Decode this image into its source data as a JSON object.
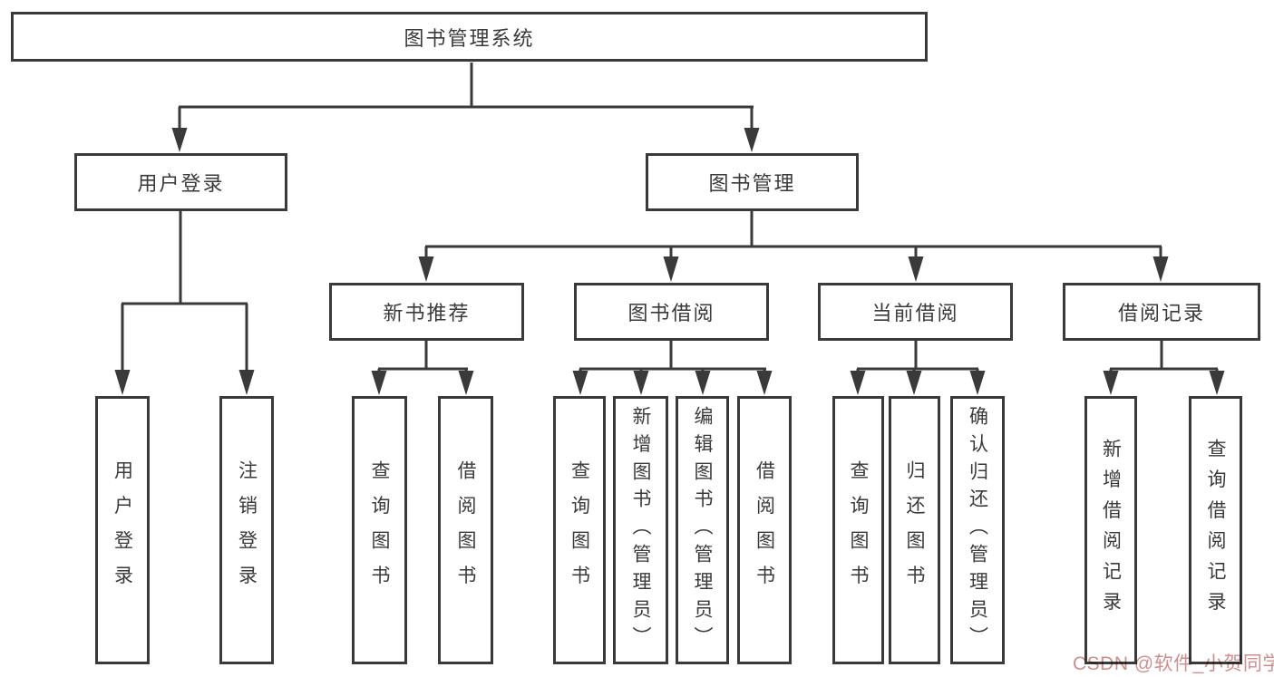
{
  "diagram": {
    "title": "图书管理系统",
    "root": {
      "label": "图书管理系统"
    },
    "level2": [
      {
        "label": "用户登录"
      },
      {
        "label": "图书管理"
      }
    ],
    "level3": [
      {
        "label": "新书推荐",
        "parent": "图书管理"
      },
      {
        "label": "图书借阅",
        "parent": "图书管理"
      },
      {
        "label": "当前借阅",
        "parent": "图书管理"
      },
      {
        "label": "借阅记录",
        "parent": "图书管理"
      }
    ],
    "leaves": [
      {
        "label": "用户登录",
        "parent": "用户登录"
      },
      {
        "label": "注销登录",
        "parent": "用户登录"
      },
      {
        "label": "查询图书",
        "parent": "新书推荐"
      },
      {
        "label": "借阅图书",
        "parent": "新书推荐"
      },
      {
        "label": "查询图书",
        "parent": "图书借阅"
      },
      {
        "label": "新增图书（管理员）",
        "parent": "图书借阅"
      },
      {
        "label": "编辑图书（管理员）",
        "parent": "图书借阅"
      },
      {
        "label": "借阅图书",
        "parent": "图书借阅"
      },
      {
        "label": "查询图书",
        "parent": "当前借阅"
      },
      {
        "label": "归还图书",
        "parent": "当前借阅"
      },
      {
        "label": "确认归还（管理员）",
        "parent": "当前借阅"
      },
      {
        "label": "新增借阅记录",
        "parent": "借阅记录"
      },
      {
        "label": "查询借阅记录",
        "parent": "借阅记录"
      }
    ]
  },
  "watermark": {
    "text": "CSDN @软件_小贺同学",
    "color": "#cf8f8f"
  },
  "colors": {
    "line": "#3a3a3a",
    "text": "#3a3a3a",
    "background": "#ffffff"
  }
}
